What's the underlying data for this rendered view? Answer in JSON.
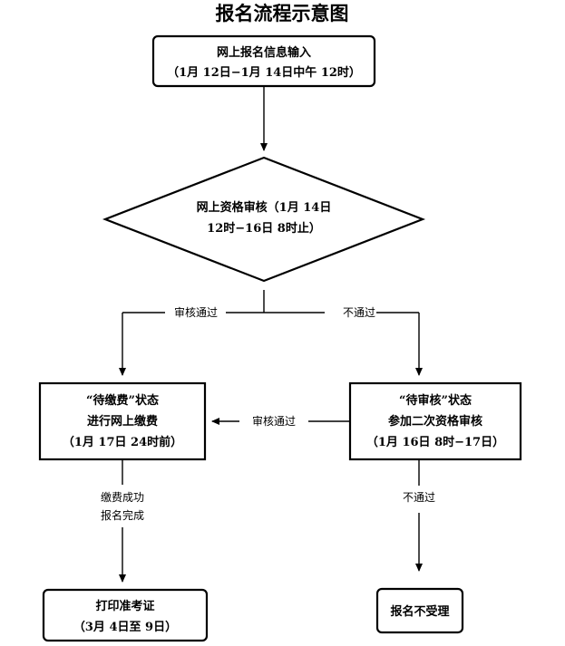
{
  "title": "报名流程示意图",
  "step_input": {
    "line1": "网上报名信息输入",
    "line2": "（1月 12日−1月 14日中午 12时）"
  },
  "step_review": {
    "line1": "网上资格审核（1月 14日",
    "line2": "12时−16日 8时止）"
  },
  "branch_pass_label": "审核通过",
  "branch_fail_label": "不通过",
  "step_pay": {
    "line1": "“待缴费”状态",
    "line2": "进行网上缴费",
    "line3": "（1月 17日 24时前）"
  },
  "step_second_review": {
    "line1": "“待审核”状态",
    "line2": "参加二次资格审核",
    "line3": "（1月 16日 8时−17日）"
  },
  "second_pass_label": "审核通过",
  "pay_done_label": {
    "line1": "缴费成功",
    "line2": "报名完成"
  },
  "second_fail_label": "不通过",
  "step_print": {
    "line1": "打印准考证",
    "line2": "（3月 4日至 9日）"
  },
  "step_reject": {
    "line1": "报名不受理"
  }
}
